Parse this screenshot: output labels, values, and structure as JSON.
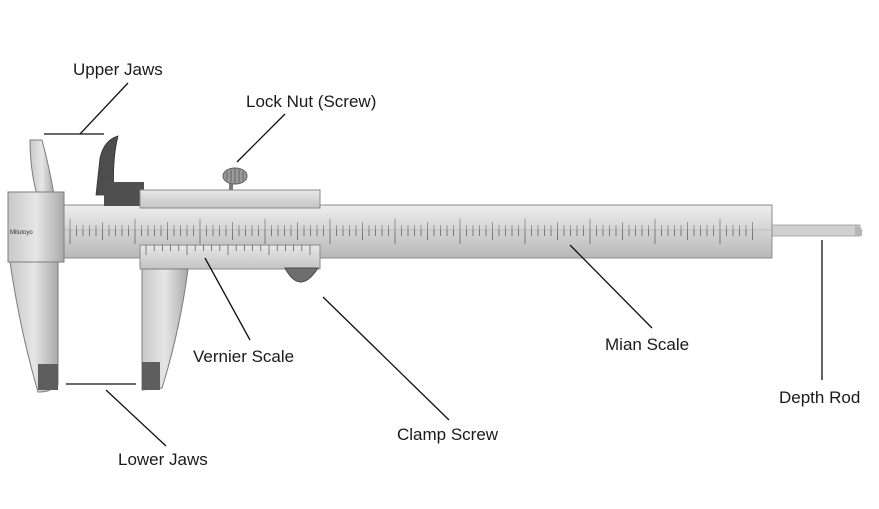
{
  "diagram": {
    "labels": {
      "upper_jaws": "Upper Jaws",
      "lock_nut": "Lock Nut (Screw)",
      "vernier_scale": "Vernier Scale",
      "main_scale": "Mian Scale",
      "depth_rod": "Depth Rod",
      "clamp_screw": "Clamp Screw",
      "lower_jaws": "Lower Jaws"
    },
    "brand_text": "Mitutoyo",
    "colors": {
      "steel_light": "#d9d9d9",
      "steel_mid": "#bdbdbd",
      "steel_dark": "#8a8a8a",
      "leader_line": "#111111",
      "text": "#1a1a1a"
    }
  }
}
